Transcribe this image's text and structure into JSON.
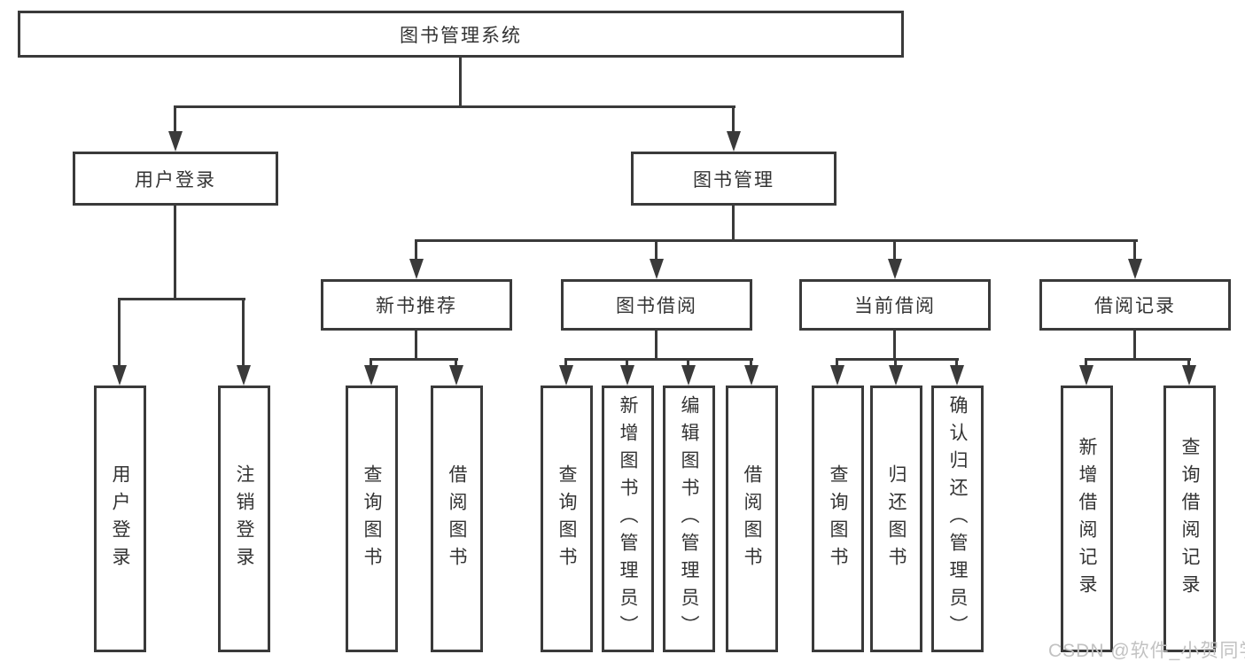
{
  "colors": {
    "line": "#3a3a3a",
    "text": "#333333",
    "watermark": "#c2c2c2",
    "background": "#ffffff"
  },
  "tree": {
    "label": "图书管理系统",
    "children": [
      {
        "label": "用户登录",
        "children": [
          {
            "label": "用户登录"
          },
          {
            "label": "注销登录"
          }
        ]
      },
      {
        "label": "图书管理",
        "children": [
          {
            "label": "新书推荐",
            "children": [
              {
                "label": "查询图书"
              },
              {
                "label": "借阅图书"
              }
            ]
          },
          {
            "label": "图书借阅",
            "children": [
              {
                "label": "查询图书"
              },
              {
                "label": "新增图书（管理员）"
              },
              {
                "label": "编辑图书（管理员）"
              },
              {
                "label": "借阅图书"
              }
            ]
          },
          {
            "label": "当前借阅",
            "children": [
              {
                "label": "查询图书"
              },
              {
                "label": "归还图书"
              },
              {
                "label": "确认归还（管理员）"
              }
            ]
          },
          {
            "label": "借阅记录",
            "children": [
              {
                "label": "新增借阅记录"
              },
              {
                "label": "查询借阅记录"
              }
            ]
          }
        ]
      }
    ]
  },
  "watermark": {
    "text": "CSDN @软件_小贺同学"
  }
}
